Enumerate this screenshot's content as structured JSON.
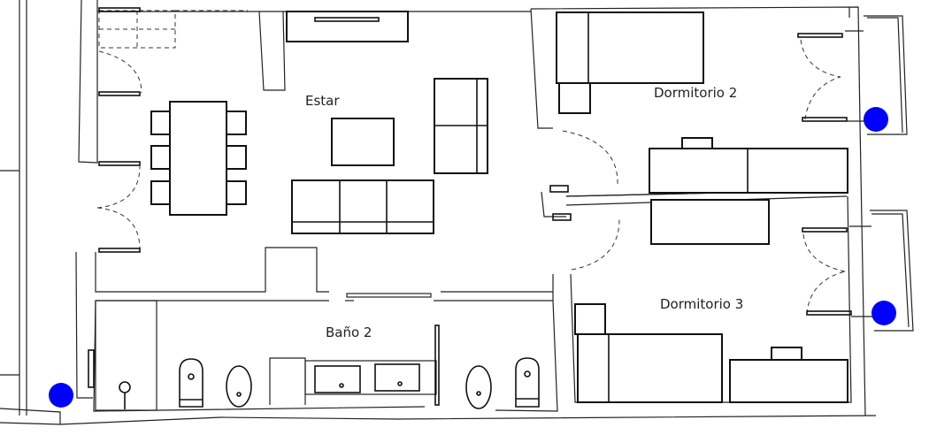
{
  "rooms": {
    "estar": "Estar",
    "dormitorio_2": "Dormitorio 2",
    "dormitorio_3": "Dormitorio 3",
    "bano_2": "Baño 2"
  },
  "markers": {
    "color": "#0000ff",
    "count": 3
  }
}
